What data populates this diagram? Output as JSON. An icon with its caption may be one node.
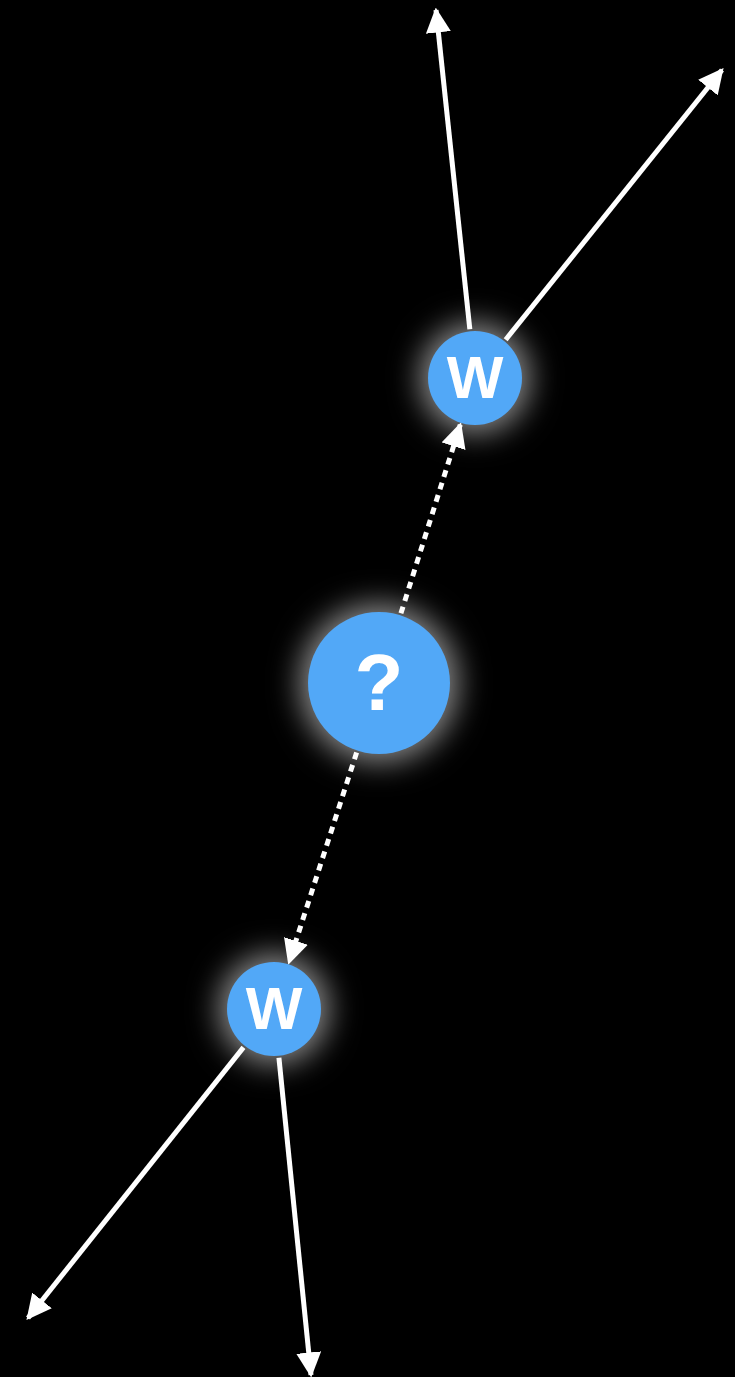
{
  "diagram": {
    "nodes": [
      {
        "text": [
          "W"
        ]
      },
      {
        "text": [
          "?"
        ]
      },
      {
        "text": [
          "W"
        ]
      }
    ],
    "edges": [
      {
        "from": 0,
        "to": null,
        "arrow": "to"
      },
      {
        "from": 0,
        "to": null,
        "arrow": "to"
      },
      {
        "from": 1,
        "to": 0,
        "arrow": "to",
        "style": "dashed"
      },
      {
        "from": 1,
        "to": 2,
        "arrow": "to",
        "style": "dashed"
      },
      {
        "from": 2,
        "to": null,
        "arrow": "to"
      },
      {
        "from": 2,
        "to": null,
        "arrow": "to"
      }
    ]
  }
}
